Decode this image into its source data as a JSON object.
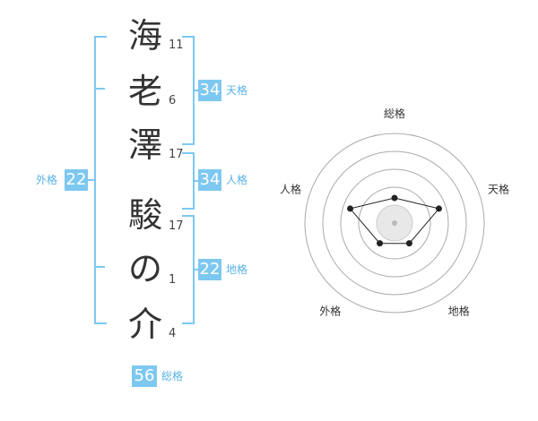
{
  "name_chars": [
    {
      "char": "海",
      "strokes": "11"
    },
    {
      "char": "老",
      "strokes": "6"
    },
    {
      "char": "澤",
      "strokes": "17"
    },
    {
      "char": "駿",
      "strokes": "17"
    },
    {
      "char": "の",
      "strokes": "1"
    },
    {
      "char": "介",
      "strokes": "4"
    }
  ],
  "scores": {
    "tenkaku": {
      "value": "34",
      "label": "天格"
    },
    "jinkaku": {
      "value": "34",
      "label": "人格"
    },
    "chikaku": {
      "value": "22",
      "label": "地格"
    },
    "gaikaku": {
      "value": "22",
      "label": "外格"
    },
    "soukaku": {
      "value": "56",
      "label": "総格"
    }
  },
  "colors": {
    "accent": "#7dc8f0",
    "label": "#5ab3e6",
    "ring": "#aaaaaa"
  },
  "radar": {
    "axes": [
      "総格",
      "天格",
      "地格",
      "外格",
      "人格"
    ],
    "values": [
      0.28,
      0.52,
      0.28,
      0.28,
      0.52
    ],
    "max": 1.0
  }
}
